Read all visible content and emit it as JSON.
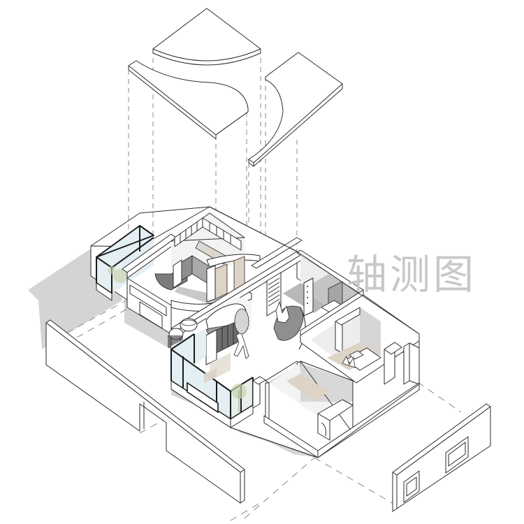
{
  "diagram": {
    "title": "轴测图",
    "type": "exploded axonometric floor plan",
    "colors": {
      "background": "#ffffff",
      "line": "#2a2a2a",
      "shadow": "#d4d4d4",
      "floor_gray": "#c9c9c9",
      "wood_floor": "#ddd3c6",
      "glass": "#e3eff3",
      "label": "#c8c8c8",
      "plant": "#b9c79a"
    },
    "components": [
      {
        "id": "ceiling-quarter-circle-slab",
        "label": "Curved ceiling slab (quarter circle)"
      },
      {
        "id": "ceiling-s-curve-slab",
        "label": "S-curve ceiling slab"
      },
      {
        "id": "ceiling-concave-slab",
        "label": "Concave-edge ceiling slab"
      },
      {
        "id": "floor-plan-model",
        "label": "Apartment floor plan"
      },
      {
        "id": "balcony-left",
        "label": "Glass balcony (left)"
      },
      {
        "id": "balcony-front",
        "label": "Glass balcony (front)"
      },
      {
        "id": "kitchen",
        "label": "Kitchen with curved counter"
      },
      {
        "id": "living-dining",
        "label": "Living / dining area"
      },
      {
        "id": "walk-in-closet",
        "label": "Closet / bathroom"
      },
      {
        "id": "bedroom-1",
        "label": "Bedroom"
      },
      {
        "id": "bedroom-2",
        "label": "Bedroom"
      },
      {
        "id": "exploded-wall-left",
        "label": "Exploded exterior wall (left)"
      },
      {
        "id": "exploded-wall-right",
        "label": "Exploded exterior wall with windows (right)"
      }
    ]
  }
}
